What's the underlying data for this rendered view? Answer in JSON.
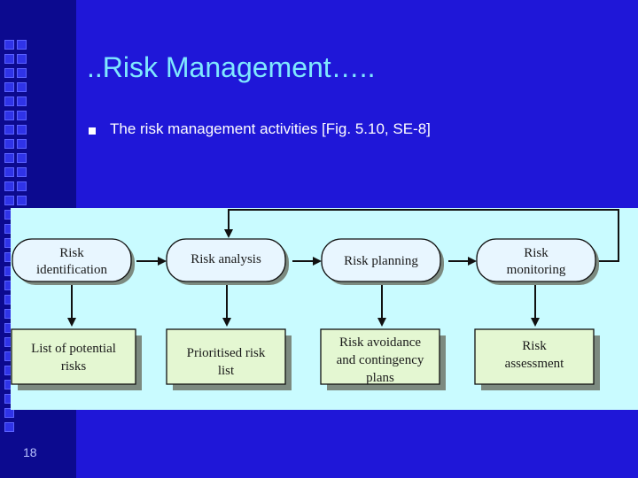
{
  "slide": {
    "title": "..Risk Management…..",
    "bullet": "The risk management activities [Fig. 5.10, SE-8]",
    "number": "18"
  },
  "diagram": {
    "processes": [
      {
        "id": "risk-identification",
        "lines": [
          "Risk",
          "identification"
        ]
      },
      {
        "id": "risk-analysis",
        "lines": [
          "Risk analysis"
        ]
      },
      {
        "id": "risk-planning",
        "lines": [
          "Risk planning"
        ]
      },
      {
        "id": "risk-monitoring",
        "lines": [
          "Risk",
          "monitoring"
        ]
      }
    ],
    "outputs": [
      {
        "id": "list-of-potential-risks",
        "lines": [
          "List of potential",
          "risks"
        ]
      },
      {
        "id": "prioritised-risk-list",
        "lines": [
          "Prioritised risk",
          "list"
        ]
      },
      {
        "id": "risk-avoidance-plans",
        "lines": [
          "Risk avoidance",
          "and contingency",
          "plans"
        ]
      },
      {
        "id": "risk-assessment",
        "lines": [
          "Risk",
          "assessment"
        ]
      }
    ]
  },
  "colors": {
    "background": "#1f17d8",
    "stripe": "#0c0a8f",
    "title": "#7fe8ff",
    "figure_background": "#c9fbff",
    "process_fill": "#e8f6ff",
    "output_fill": "#e4f7d2",
    "shadow": "#7c8a80"
  }
}
